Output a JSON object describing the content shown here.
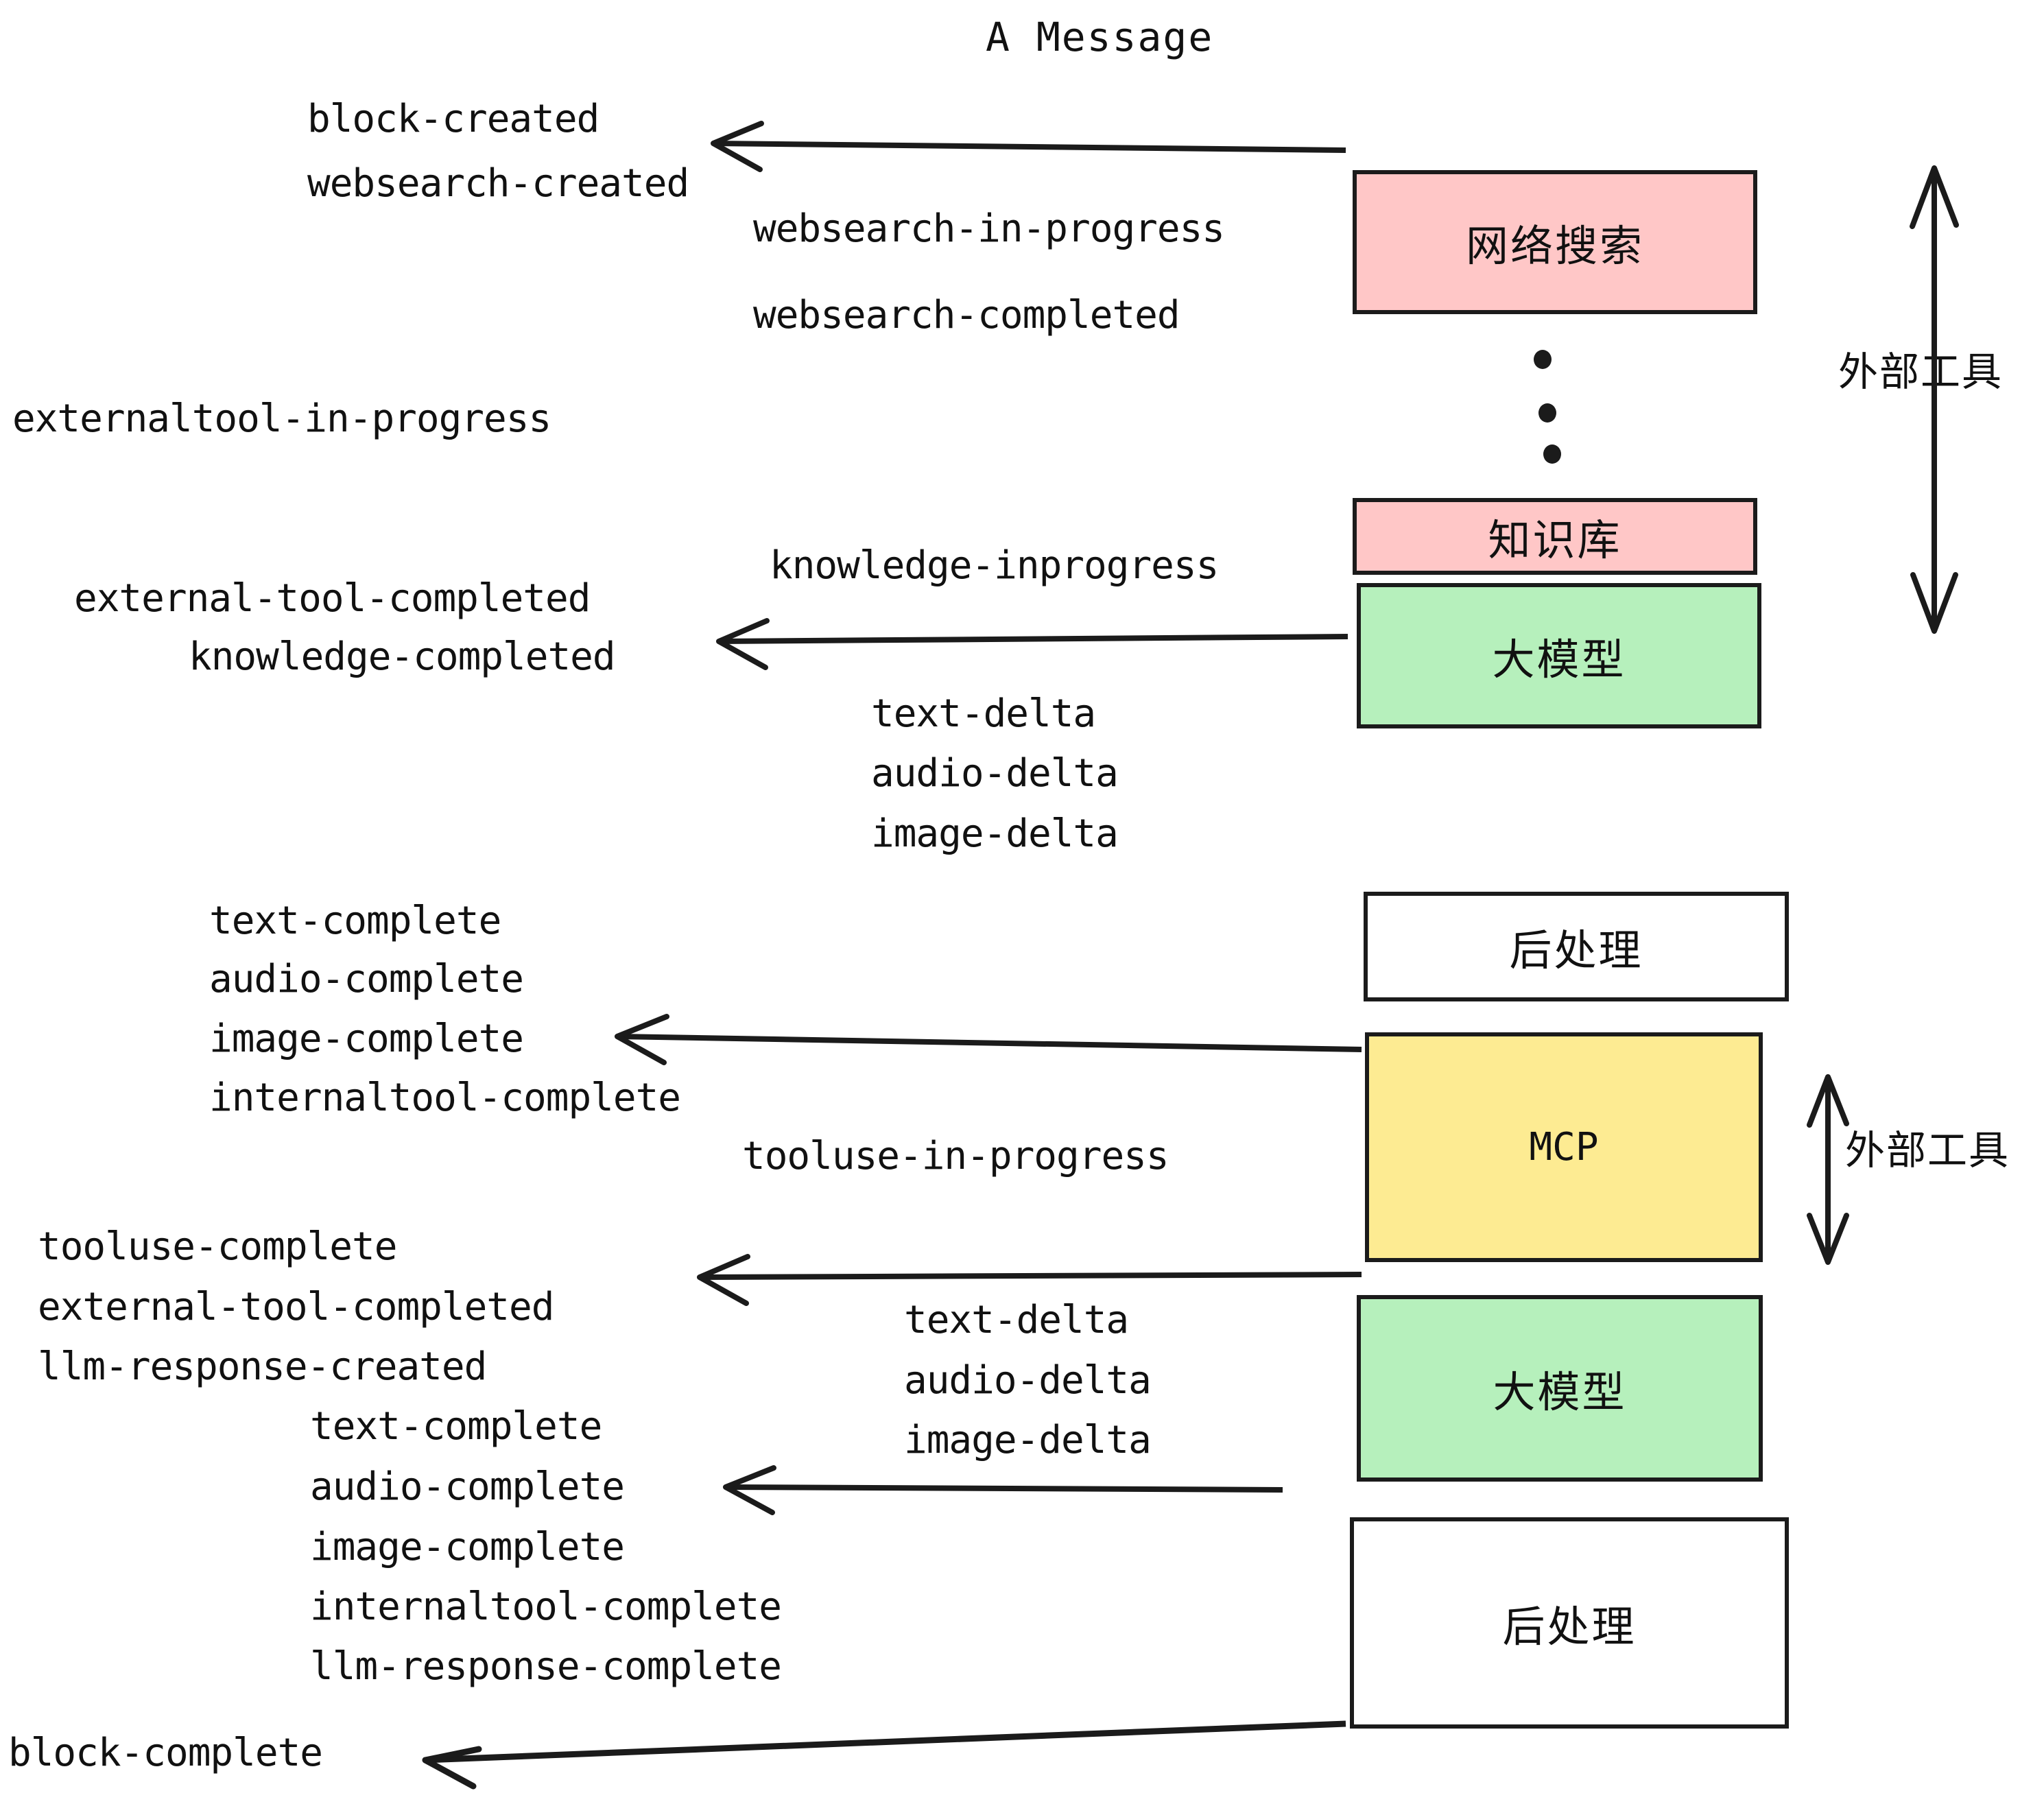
{
  "title": "A Message",
  "colors": {
    "pink": "#FFC7C7",
    "green": "#B6F0BC",
    "yellow": "#FDEB92",
    "white": "#FFFFFF",
    "stroke": "#1B1B1B",
    "text": "#111111"
  },
  "boxes": [
    {
      "id": "websearch",
      "label": "网络搜索",
      "color": "pink"
    },
    {
      "id": "knowledge",
      "label": "知识库",
      "color": "pink"
    },
    {
      "id": "llm-1",
      "label": "大模型",
      "color": "green"
    },
    {
      "id": "postproc-1",
      "label": "后处理",
      "color": "white"
    },
    {
      "id": "mcp",
      "label": "MCP",
      "color": "yellow"
    },
    {
      "id": "llm-2",
      "label": "大模型",
      "color": "green"
    },
    {
      "id": "postproc-2",
      "label": "后处理",
      "color": "white"
    }
  ],
  "side_labels": [
    {
      "id": "external-tools-top",
      "text": "外部工具"
    },
    {
      "id": "external-tools-bottom",
      "text": "外部工具"
    }
  ],
  "events": [
    {
      "id": "e01",
      "text": "block-created"
    },
    {
      "id": "e02",
      "text": "websearch-created"
    },
    {
      "id": "e03",
      "text": "websearch-in-progress"
    },
    {
      "id": "e04",
      "text": "websearch-completed"
    },
    {
      "id": "e05",
      "text": "externaltool-in-progress"
    },
    {
      "id": "e06",
      "text": "knowledge-inprogress"
    },
    {
      "id": "e07",
      "text": "external-tool-completed"
    },
    {
      "id": "e08",
      "text": "knowledge-completed"
    },
    {
      "id": "e09",
      "text": "text-delta"
    },
    {
      "id": "e10",
      "text": "audio-delta"
    },
    {
      "id": "e11",
      "text": "image-delta"
    },
    {
      "id": "e12",
      "text": "text-complete"
    },
    {
      "id": "e13",
      "text": "audio-complete"
    },
    {
      "id": "e14",
      "text": "image-complete"
    },
    {
      "id": "e15",
      "text": "internaltool-complete"
    },
    {
      "id": "e16",
      "text": "tooluse-in-progress"
    },
    {
      "id": "e17",
      "text": "tooluse-complete"
    },
    {
      "id": "e18",
      "text": "external-tool-completed"
    },
    {
      "id": "e19",
      "text": "llm-response-created"
    },
    {
      "id": "e20",
      "text": "text-delta"
    },
    {
      "id": "e21",
      "text": "audio-delta"
    },
    {
      "id": "e22",
      "text": "image-delta"
    },
    {
      "id": "e23",
      "text": "text-complete"
    },
    {
      "id": "e24",
      "text": "audio-complete"
    },
    {
      "id": "e25",
      "text": "image-complete"
    },
    {
      "id": "e26",
      "text": "internaltool-complete"
    },
    {
      "id": "e27",
      "text": "llm-response-complete"
    },
    {
      "id": "e28",
      "text": "block-complete"
    }
  ]
}
